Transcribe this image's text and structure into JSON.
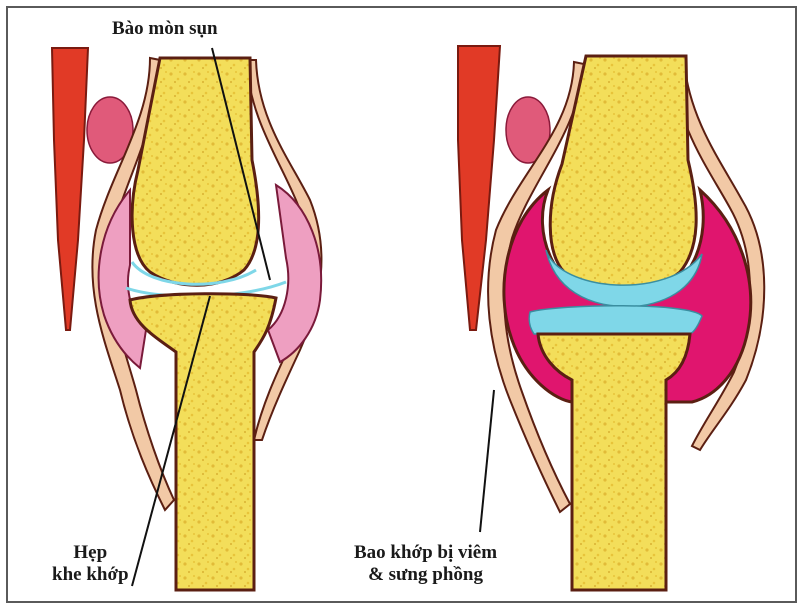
{
  "labels": {
    "cartilage_wear": "Bào mòn sụn",
    "joint_space_narrowing_line1": "Hẹp",
    "joint_space_narrowing_line2": "khe khớp",
    "capsule_line1": "Bao khớp bị viêm",
    "capsule_line2": "& sưng phồng"
  },
  "colors": {
    "bone": "#f3de5a",
    "bone_speckle": "#e8c43a",
    "outline": "#5b1f12",
    "muscle": "#e13a26",
    "fat_pad": "#e05a7a",
    "capsule_pink": "#ee9fc1",
    "capsule_inflamed": "#e0156e",
    "cartilage": "#7fd7e8",
    "tendon": "#f2c9a6"
  }
}
